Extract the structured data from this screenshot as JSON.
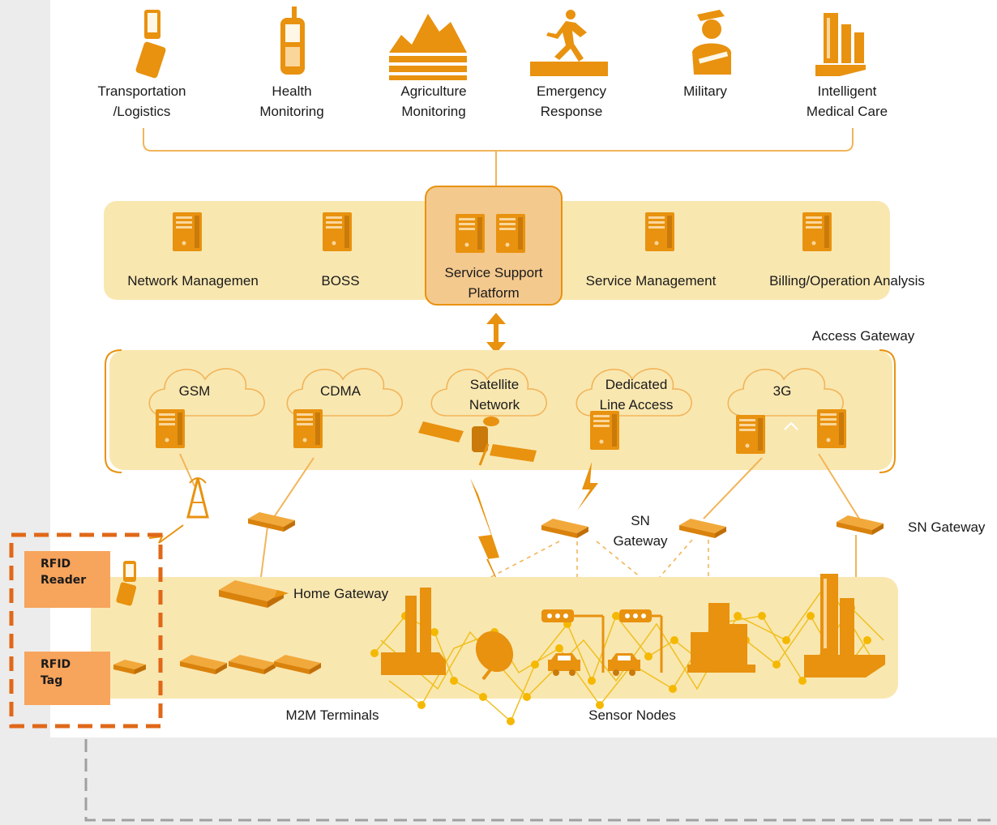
{
  "applications": [
    {
      "label": "Transportation\n/Logistics",
      "icon": "flip-phone-icon"
    },
    {
      "label": "Health\nMonitoring",
      "icon": "mobile-phone-icon"
    },
    {
      "label": "Agriculture\nMonitoring",
      "icon": "mountain-field-icon"
    },
    {
      "label": "Emergency\nResponse",
      "icon": "running-person-icon"
    },
    {
      "label": "Military",
      "icon": "soldier-icon"
    },
    {
      "label": "Intelligent\nMedical Care",
      "icon": "hospital-building-icon"
    }
  ],
  "platform_layer": {
    "items": [
      {
        "label": "Network Managemen",
        "icon": "server-icon"
      },
      {
        "label": "BOSS",
        "icon": "server-icon"
      },
      {
        "label": "Service Support\nPlatform",
        "icon": "server-pair-icon"
      },
      {
        "label": "Service Management",
        "icon": "server-icon"
      },
      {
        "label": "Billing/Operation Analysis",
        "icon": "server-icon"
      }
    ]
  },
  "access_layer": {
    "title": "Access Gateway",
    "networks": [
      {
        "label": "GSM",
        "icon": "cloud-server-icon"
      },
      {
        "label": "CDMA",
        "icon": "cloud-server-icon"
      },
      {
        "label": "Satellite\nNetwork",
        "icon": "satellite-icon"
      },
      {
        "label": "Dedicated\nLine Access",
        "icon": "cloud-server-icon"
      },
      {
        "label": "3G",
        "icon": "cloud-server-icon"
      }
    ]
  },
  "gateways": {
    "sn_gateway_1": "SN\nGateway",
    "sn_gateway_2": "SN Gateway",
    "home_gateway": "Home Gateway"
  },
  "bottom_labels": {
    "m2m_terminals": "M2M Terminals",
    "sensor_nodes": "Sensor Nodes"
  },
  "rfid": {
    "reader": "RFID\nReader",
    "tag": "RFID\nTag"
  },
  "colors": {
    "accent": "#e8920f",
    "band": "#f9e7b0",
    "highlight": "#f4c98e",
    "rfid_box": "#f7a45c",
    "dashed_border": "#e06818",
    "gray_dashed": "#a0a0a0"
  }
}
